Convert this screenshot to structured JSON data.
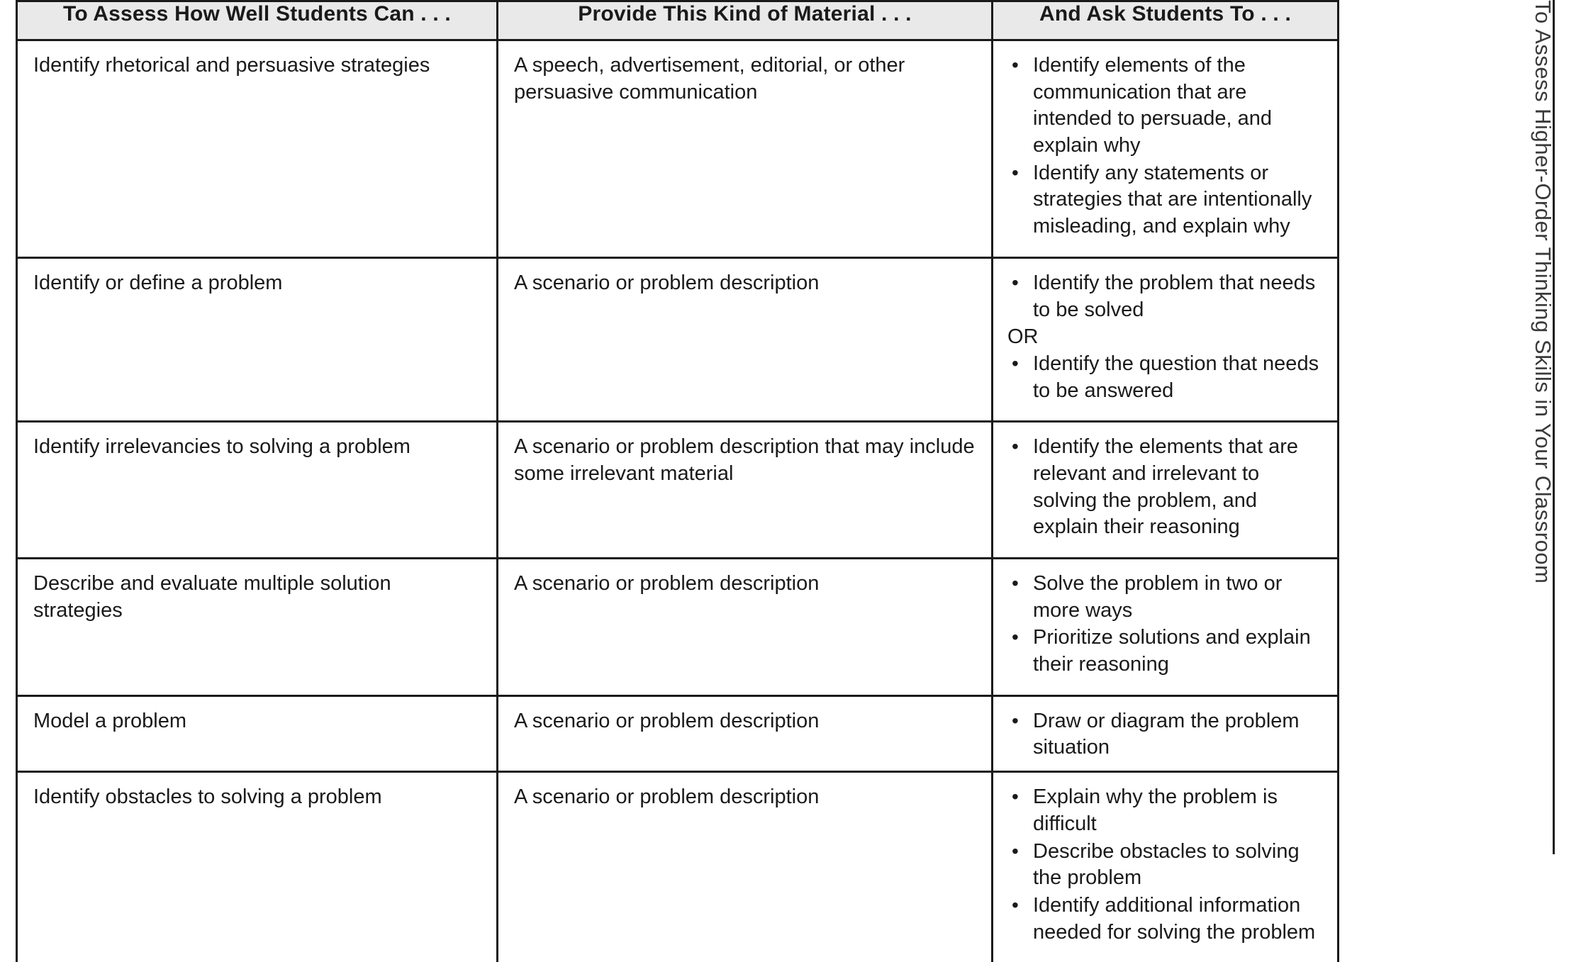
{
  "table": {
    "headers": [
      "To Assess How Well Students Can . . .",
      "Provide This Kind of Material . . .",
      "And Ask Students To . . ."
    ],
    "rows": [
      {
        "skill": "Identify rhetorical and persuasive strategies",
        "material": "A speech, advertisement, editorial, or other persuasive communication",
        "tasks": [
          "Identify elements of the communication that are intended to persuade, and explain why",
          "Identify any statements or strategies that are intentionally misleading, and explain why"
        ]
      },
      {
        "skill": "Identify or define a problem",
        "material": "A scenario or problem description",
        "tasks": [
          "Identify the problem that needs to be solved"
        ],
        "connector": "OR",
        "tasks_after": [
          "Identify the question that needs to be answered"
        ]
      },
      {
        "skill": "Identify irrelevancies to solving a problem",
        "material": "A scenario or problem description that may include some irrelevant material",
        "tasks": [
          "Identify the elements that are relevant and irrelevant to solving the problem, and explain their reasoning"
        ]
      },
      {
        "skill": "Describe and evaluate multiple solution strategies",
        "material": "A scenario or problem description",
        "tasks": [
          "Solve the problem in two or more ways",
          "Prioritize solutions and explain their reasoning"
        ]
      },
      {
        "skill": "Model a problem",
        "material": "A scenario or problem description",
        "tasks": [
          "Draw or diagram the problem situation"
        ]
      },
      {
        "skill": "Identify obstacles to solving a problem",
        "material": "A scenario or problem description",
        "tasks": [
          "Explain why the problem is difficult",
          "Describe obstacles to solving the problem",
          "Identify additional information needed for solving the problem"
        ]
      }
    ]
  },
  "running_head": {
    "text": "To Assess Higher-Order Thinking Skills in Your Classroom"
  },
  "colors": {
    "header_bg": "#e9e9e9",
    "rule": "#1a1a1a",
    "text": "#1a1a1a",
    "page_bg": "#ffffff"
  },
  "bullet_glyph": "•"
}
